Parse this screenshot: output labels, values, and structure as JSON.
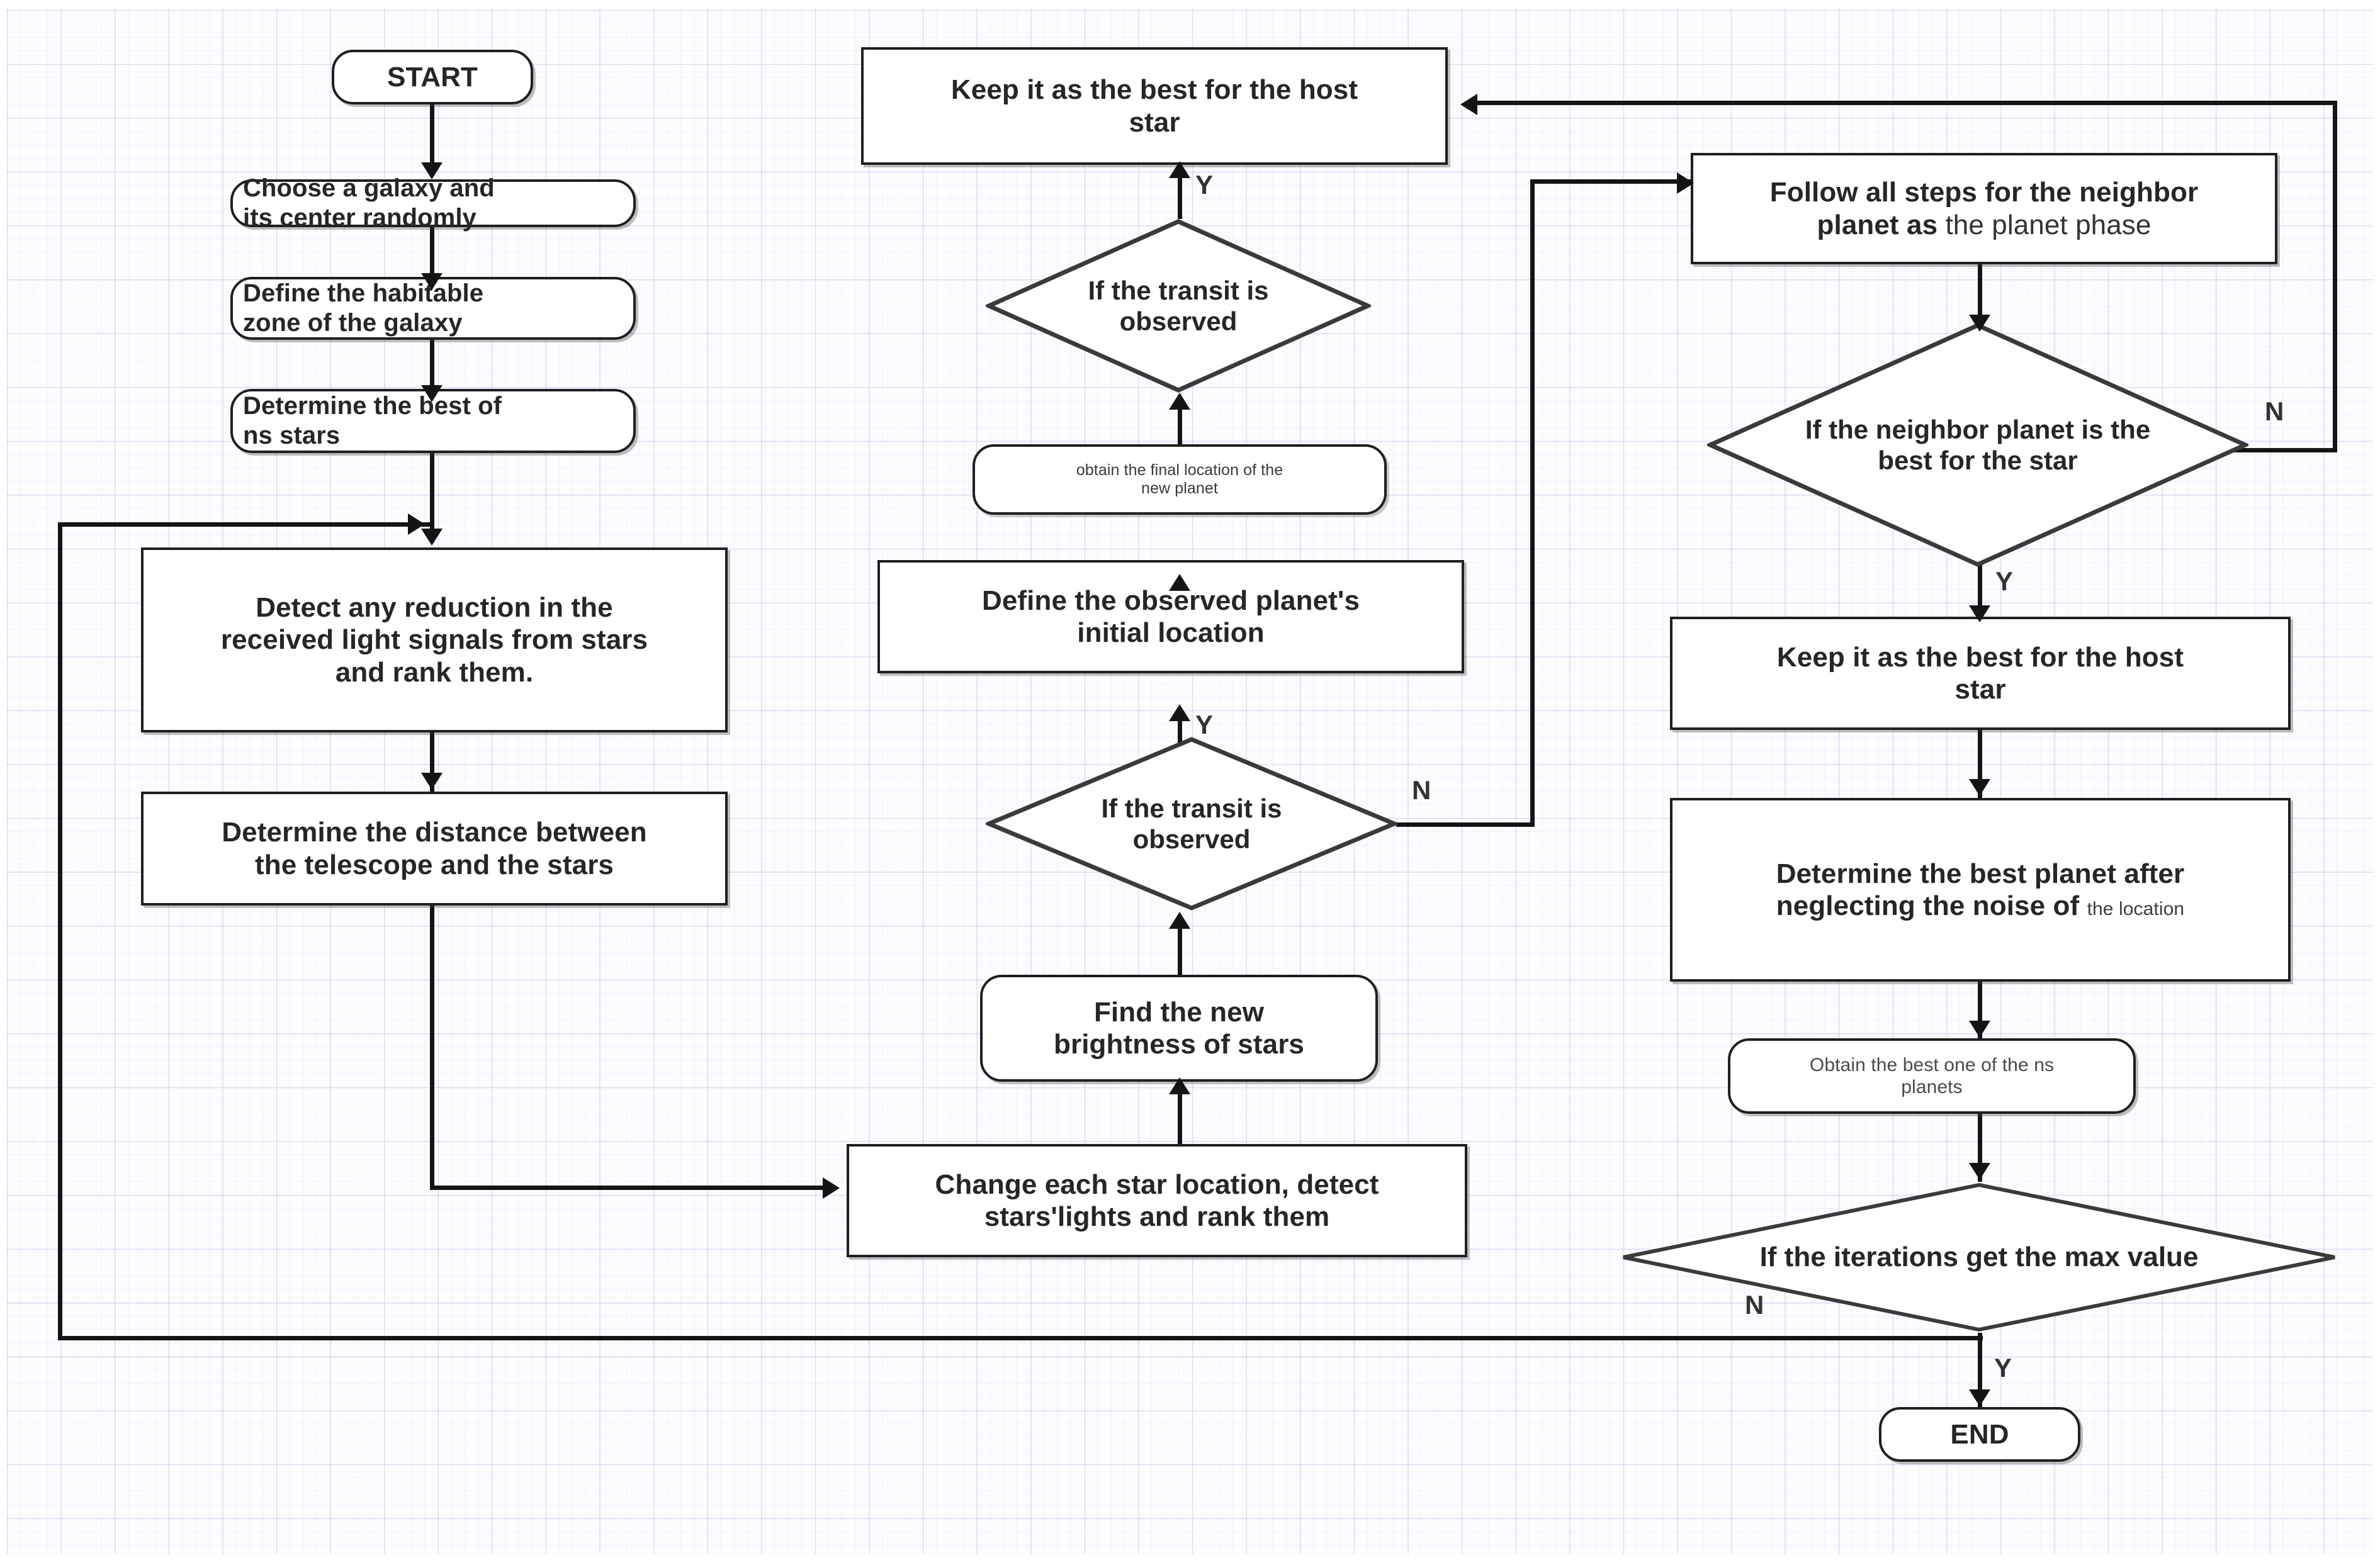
{
  "diagram": {
    "title": "Exoplanet detection algorithm flowchart",
    "background": "graph-paper-grid",
    "grid_color": "#a8a8e0",
    "node_border_color": "#1f1f1f",
    "connector_color": "#141414",
    "text_color": "#262626"
  },
  "nodes": {
    "start": "START",
    "choose_galaxy": "Choose a galaxy and\nits center randomly",
    "define_zone": "Define the habitable\nzone of the galaxy",
    "determine_best_stars": "Determine the best of\nns stars",
    "detect_reduction": "Detect any reduction in the\nreceived light signals from stars\nand rank them.",
    "determine_distance": "Determine the distance between\nthe telescope and the stars",
    "change_star_location": "Change each star location, detect\nstars'lights and rank them",
    "find_brightness": "Find the new\nbrightness of stars",
    "transit_observed_lower": "If the transit is\nobserved",
    "define_initial_location": "Define the observed planet's\ninitial location",
    "obtain_final_location": "obtain the final location of the\nnew planet",
    "transit_observed_upper": "If the transit is\nobserved",
    "keep_best_host_top": "Keep it as the best for the host\nstar",
    "follow_all_steps": "Follow all steps for the neighbor\nplanet as ",
    "follow_all_steps_suffix": "the planet phase",
    "neighbor_is_best": "If the neighbor planet is the\nbest for the star",
    "keep_best_host_right": "Keep it as the best for the host\nstar",
    "determine_best_planet": "Determine the best planet after\nneglecting the noise of ",
    "determine_best_planet_suffix": "the location",
    "obtain_best_planet": "Obtain the best one of the ns\nplanets",
    "iterations_max": "If the iterations get the max value",
    "end": "END"
  },
  "edge_labels": {
    "transit_upper_yes": "Y",
    "transit_lower_yes": "Y",
    "transit_lower_no": "N",
    "neighbor_no": "N",
    "neighbor_yes": "Y",
    "iterations_no": "N",
    "iterations_yes": "Y"
  }
}
